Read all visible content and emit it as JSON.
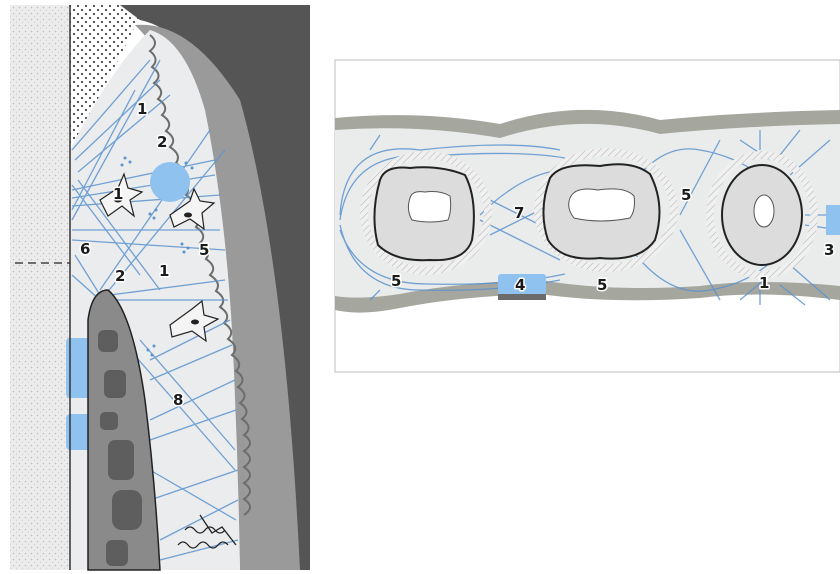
{
  "colors": {
    "tooth": "#d9d9d9",
    "enamel_stipple": "#ffffff",
    "gingiva_dark": "#555555",
    "gingiva_mid": "#999999",
    "connective": "#e8eaec",
    "fiber_blue": "#5b93cf",
    "highlight_blue": "#8fc2ee",
    "bone": "#8a8a8a",
    "bone_dark": "#5e5e5e",
    "outline": "#222222"
  },
  "left_panel": {
    "labels": [
      "1",
      "2",
      "1",
      "5",
      "6",
      "2",
      "1",
      "8"
    ]
  },
  "right_panel": {
    "labels": [
      "7",
      "5",
      "3",
      "5",
      "4",
      "5",
      "1"
    ]
  }
}
